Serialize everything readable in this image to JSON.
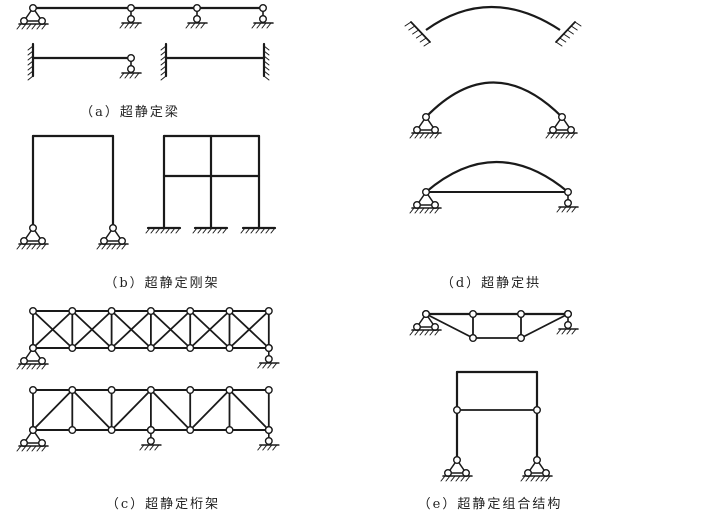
{
  "captions": {
    "a": "（a）超静定梁",
    "b": "（b）超静定刚架",
    "c": "（c）超静定桁架",
    "d": "（d）超静定拱",
    "e": "（e）超静定组合结构"
  },
  "colors": {
    "line": "#1a1a1a",
    "background": "#ffffff"
  }
}
